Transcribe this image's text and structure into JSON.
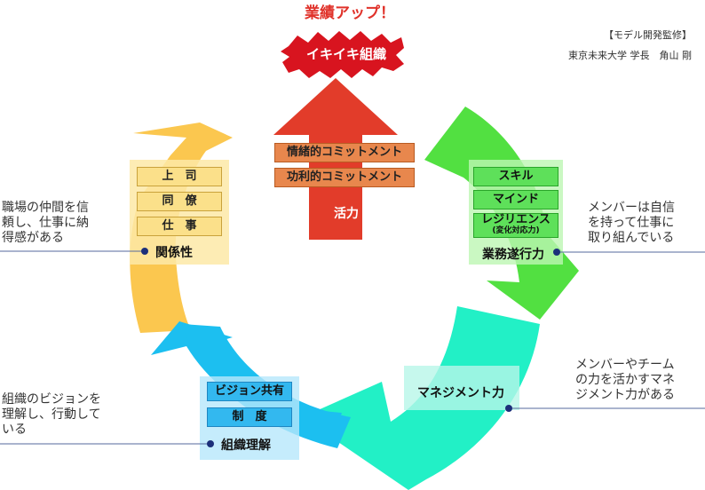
{
  "header": {
    "headline": "業績アップ！",
    "badge": "イキイキ組織",
    "credit_title": "【モデル開発監修】",
    "credit_name": "東京未来大学 学長　角山 剛"
  },
  "center": {
    "commit_1": "情緒的コミットメント",
    "commit_2": "功利的コミットメント",
    "vitality": "活力"
  },
  "left_top": {
    "items": [
      "上　司",
      "同　僚",
      "仕　事"
    ],
    "label": "関係性",
    "note": [
      "職場の仲間を信",
      "頼し、仕事に納",
      "得感がある"
    ]
  },
  "right_top": {
    "items": [
      "スキル",
      "マインド",
      "レジリエンス"
    ],
    "sub": "(変化対応力)",
    "label": "業務遂行力",
    "note": [
      "メンバーは自信",
      "を持って仕事に",
      "取り組んでいる"
    ]
  },
  "right_bottom": {
    "label": "マネジメント力",
    "note": [
      "メンバーやチーム",
      "の力を活かすマネ",
      "ジメント力がある"
    ]
  },
  "left_bottom": {
    "items": [
      "ビジョン共有",
      "制　度"
    ],
    "label": "組織理解",
    "note": [
      "組織のビジョンを",
      "理解し、行動して",
      "いる"
    ]
  },
  "colors": {
    "red_arrow": "#e23c2a",
    "yellow_arrow": "#fbc74f",
    "green_arrow": "#52e041",
    "teal_arrow": "#22f0c6",
    "blue_arrow": "#1cbff0",
    "badge_red": "#d8141f",
    "headline_red": "#e0322a",
    "dot_navy": "#1c2f7a"
  }
}
